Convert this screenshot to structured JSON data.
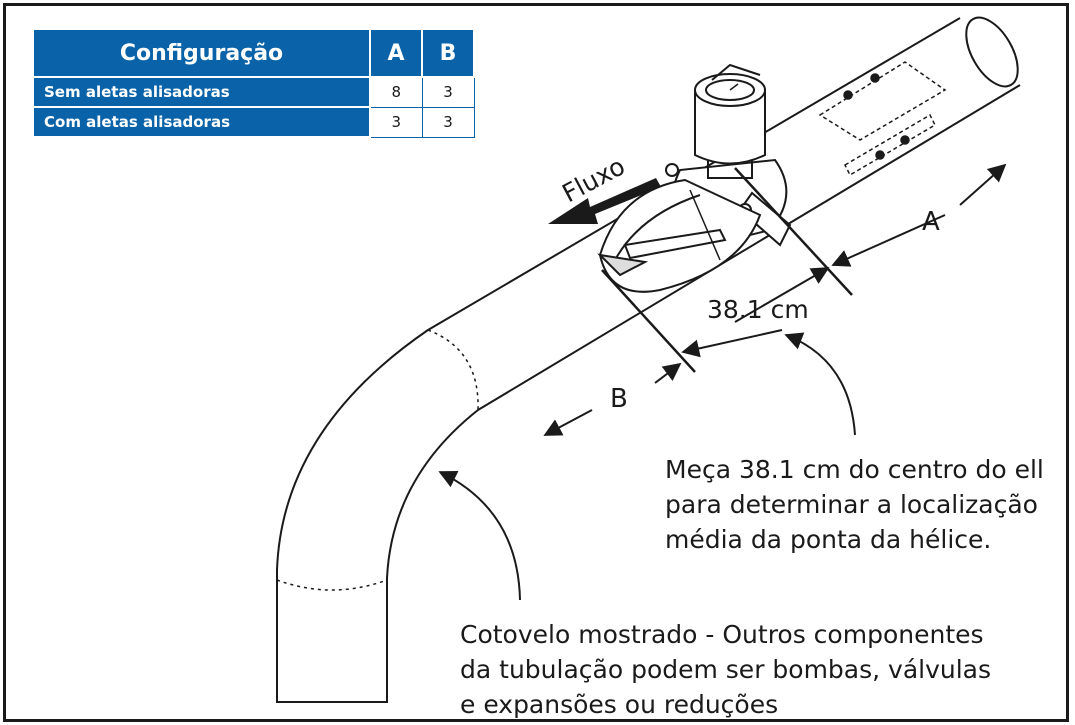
{
  "table": {
    "headers": [
      "Configuração",
      "A",
      "B"
    ],
    "rows": [
      {
        "label": "Sem aletas alisadoras",
        "a": "8",
        "b": "3"
      },
      {
        "label": "Com aletas alisadoras",
        "a": "3",
        "b": "3"
      }
    ]
  },
  "labels": {
    "flow": "Fluxo",
    "dim_a": "A",
    "dim_b": "B",
    "dim_center": "38.1 cm"
  },
  "notes": {
    "measure": [
      "Meça 38.1 cm do centro do ell",
      "para determinar a localização",
      "média da ponta da hélice."
    ],
    "elbow": [
      "Cotovelo mostrado - Outros componentes",
      "da tubulação podem ser bombas, válvulas",
      "e expansões ou reduções"
    ]
  },
  "colors": {
    "table_header": "#0a63a8",
    "line": "#1a1a1a"
  },
  "icons": [
    "flow-arrow-icon",
    "curved-pointer-arrow-icon",
    "flowmeter-icon"
  ]
}
